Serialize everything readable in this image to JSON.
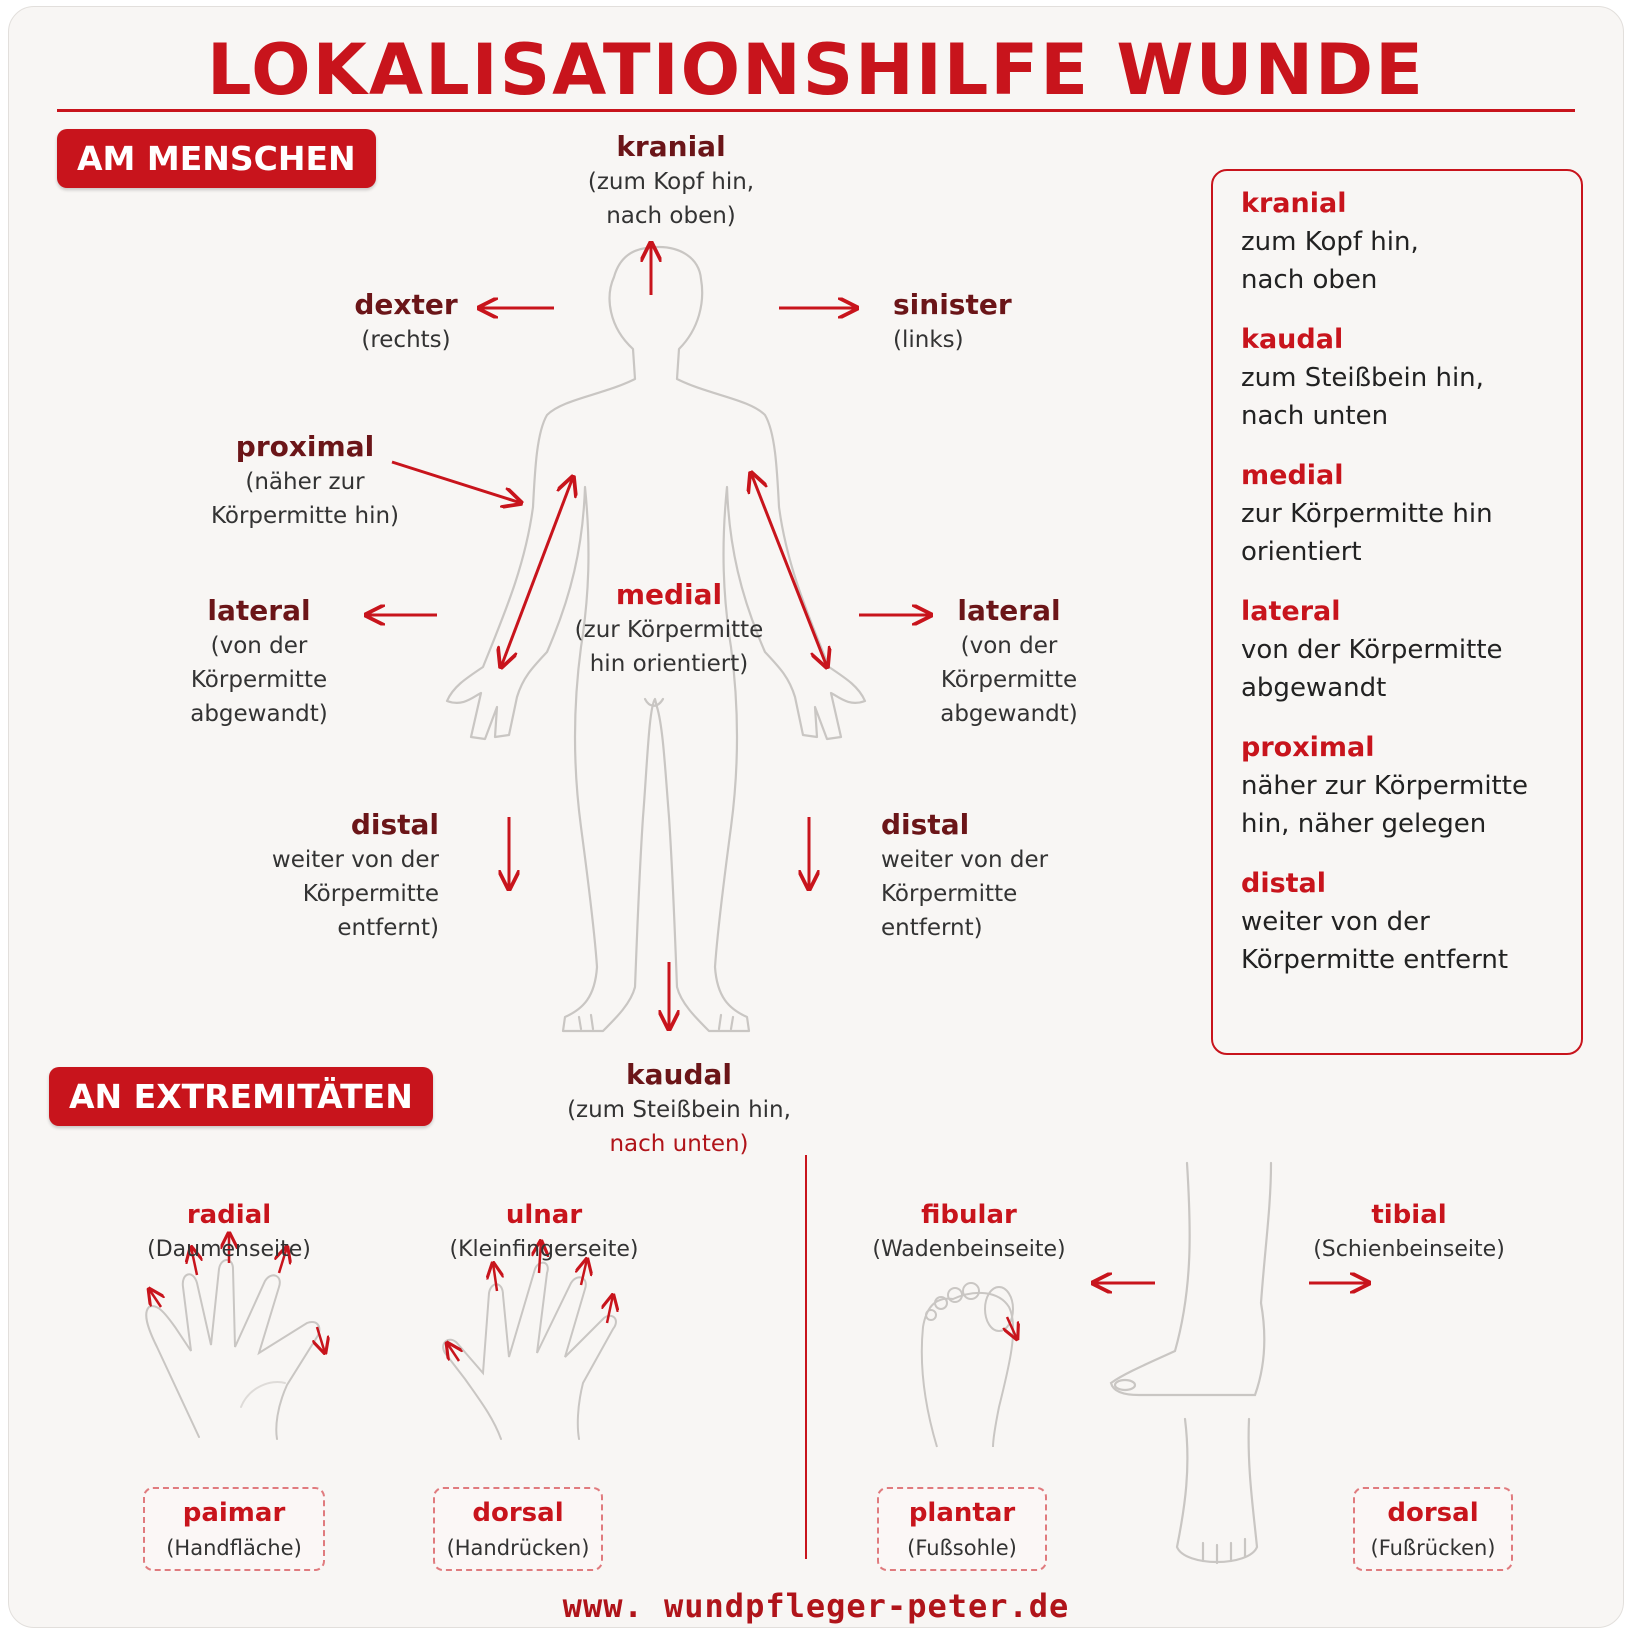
{
  "title": "LOKALISATIONSHILFE WUNDE",
  "sections": {
    "body": "AM MENSCHEN",
    "extremities": "AN EXTREMITÄTEN"
  },
  "body_labels": {
    "kranial": {
      "term": "kranial",
      "desc": "(zum Kopf hin,\nnach oben)"
    },
    "dexter": {
      "term": "dexter",
      "desc": "(rechts)"
    },
    "sinister": {
      "term": "sinister",
      "desc": "(links)"
    },
    "proximal": {
      "term": "proximal",
      "desc": "(näher zur\nKörpermitte hin)"
    },
    "lateral_left": {
      "term": "lateral",
      "desc": "(von der\nKörpermitte\nabgewandt)"
    },
    "medial": {
      "term": "medial",
      "desc": "(zur Körpermitte\nhin orientiert)"
    },
    "lateral_right": {
      "term": "lateral",
      "desc": "(von der\nKörpermitte\nabgewandt)"
    },
    "distal_left": {
      "term": "distal",
      "desc": "weiter von der\nKörpermitte\nentfernt)"
    },
    "distal_right": {
      "term": "distal",
      "desc": "weiter von der\nKörpermitte\nentfernt)"
    },
    "kaudal": {
      "term": "kaudal",
      "desc_black": "(zum Steißbein hin,",
      "desc_red": "nach unten)"
    }
  },
  "legend": [
    {
      "term": "kranial",
      "desc": "zum Kopf hin,\nnach oben"
    },
    {
      "term": "kaudal",
      "desc": "zum Steißbein hin,\nnach unten"
    },
    {
      "term": "medial",
      "desc": "zur Körpermitte hin\norientiert"
    },
    {
      "term": "lateral",
      "desc": "von der Körpermitte\nabgewandt"
    },
    {
      "term": "proximal",
      "desc": "näher zur Körpermitte\nhin, näher gelegen"
    },
    {
      "term": "distal",
      "desc": "weiter von der\nKörpermitte entfernt"
    }
  ],
  "extremities": {
    "radial": {
      "term": "radial",
      "desc": "(Daumenseite)"
    },
    "ulnar": {
      "term": "ulnar",
      "desc": "(Kleinfingerseite)"
    },
    "fibular": {
      "term": "fibular",
      "desc": "(Wadenbeinseite)"
    },
    "tibial": {
      "term": "tibial",
      "desc": "(Schienbeinseite)"
    },
    "boxes": [
      {
        "term": "paimar",
        "desc": "(Handfläche)"
      },
      {
        "term": "dorsal",
        "desc": "(Handrücken)"
      },
      {
        "term": "plantar",
        "desc": "(Fußsohle)"
      },
      {
        "term": "dorsal",
        "desc": "(Fußrücken)"
      }
    ]
  },
  "footer": "www. wundpfleger-peter.de",
  "colors": {
    "accent": "#c8141c",
    "term_dark": "#6b1518",
    "background": "#f8f6f4"
  }
}
